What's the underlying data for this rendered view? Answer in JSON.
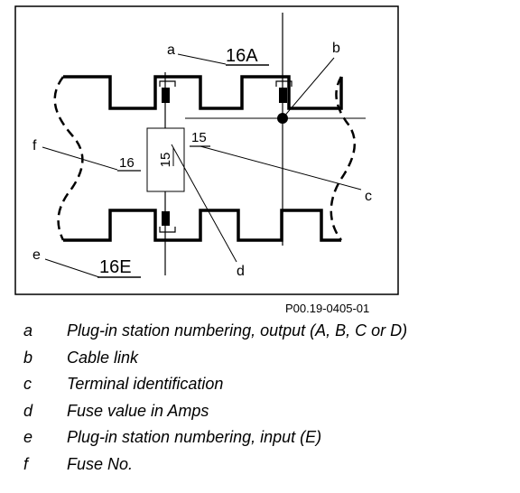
{
  "diagram": {
    "callouts": {
      "a": "a",
      "b": "b",
      "c": "c",
      "d": "d",
      "e": "e",
      "f": "f"
    },
    "output_station": "16A",
    "input_station": "16E",
    "fuse_number": "16",
    "fuse_value": "15",
    "terminal_id": "15"
  },
  "reference_code": "P00.19-0405-01",
  "legend": [
    {
      "key": "a",
      "text": "Plug-in station numbering, output (A, B, C or D)"
    },
    {
      "key": "b",
      "text": "Cable link"
    },
    {
      "key": "c",
      "text": "Terminal identification"
    },
    {
      "key": "d",
      "text": "Fuse value in Amps"
    },
    {
      "key": "e",
      "text": "Plug-in station numbering, input (E)"
    },
    {
      "key": "f",
      "text": "Fuse No."
    }
  ]
}
